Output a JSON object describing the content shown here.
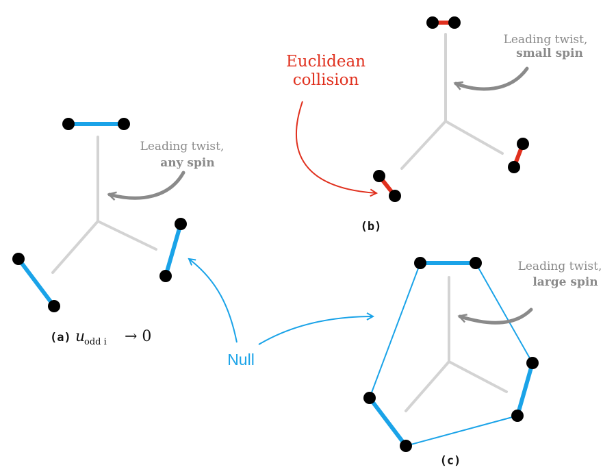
{
  "colors": {
    "null": "#1aa3e8",
    "euclidean": "#e0301e",
    "tree": "#d3d3d3",
    "annotation_gray": "#8a8a8a",
    "dot": "#000000"
  },
  "panel_a": {
    "tag": "(a)",
    "condition": "u",
    "condition_sub": "odd i",
    "condition_rel": "→ 0",
    "annotation_line1": "Leading twist,",
    "annotation_line2": "any spin"
  },
  "panel_b": {
    "tag": "(b)",
    "annotation_line1": "Leading twist,",
    "annotation_line2": "small spin",
    "callout_line1": "Euclidean",
    "callout_line2": "collision"
  },
  "panel_c": {
    "tag": "(c)",
    "annotation_line1": "Leading twist,",
    "annotation_line2": "large spin"
  },
  "null_label": "Null",
  "icons": {
    "arrow": "curved-arrow-icon"
  }
}
